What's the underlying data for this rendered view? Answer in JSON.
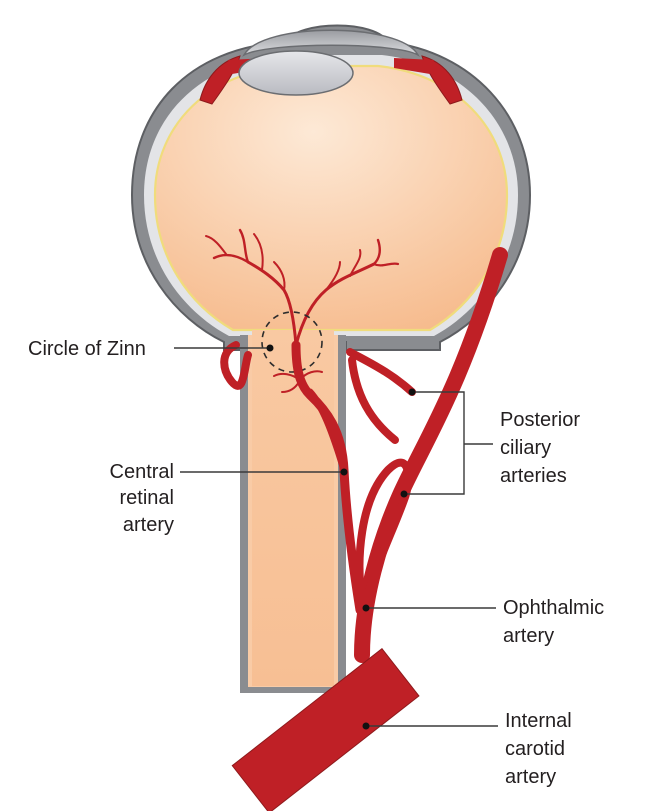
{
  "colors": {
    "vitreous_light": "#fde4cc",
    "vitreous_dark": "#f8c29a",
    "sclera": "#7a7c80",
    "sclera_light": "#d8d9dc",
    "retina_line": "#f4e79a",
    "artery": "#bf2026",
    "artery_dark": "#8e1a1c",
    "lens": "#cfd1d6",
    "background": "#ffffff"
  },
  "labels": {
    "circle_of_zinn": "Circle of Zinn",
    "central_retinal_artery": [
      "Central",
      "retinal",
      "artery"
    ],
    "posterior_ciliary_arteries": [
      "Posterior",
      "ciliary",
      "arteries"
    ],
    "ophthalmic_artery": [
      "Ophthalmic",
      "artery"
    ],
    "internal_carotid_artery": [
      "Internal",
      "carotid",
      "artery"
    ]
  }
}
